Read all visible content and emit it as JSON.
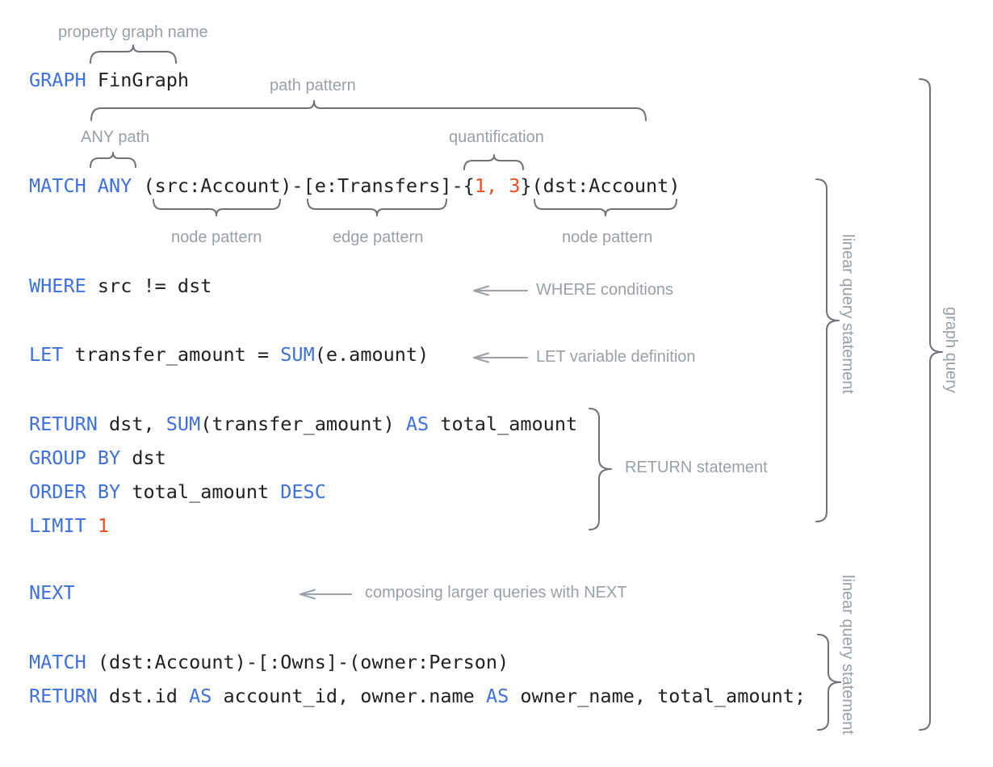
{
  "diagram": {
    "kind": "graph query syntax annotation diagram",
    "colors": {
      "code_text": "#202124",
      "keyword_blue": "#3E70DF",
      "literal_orange": "#EB4D1E",
      "annotation_gray": "#9AA0A6",
      "brace_gray": "#6E7276",
      "background": "#FFFFFF"
    }
  },
  "code": {
    "lines": [
      {
        "name": "graph-clause",
        "segments": [
          {
            "type": "kw",
            "text": "GRAPH"
          },
          {
            "type": "pl",
            "text": " FinGraph"
          }
        ]
      },
      {
        "name": "match-clause-1",
        "segments": [
          {
            "type": "kw",
            "text": "MATCH ANY"
          },
          {
            "type": "pl",
            "text": " (src:Account)-[e:Transfers]-{"
          },
          {
            "type": "lit",
            "text": "1, 3"
          },
          {
            "type": "pl",
            "text": "}(dst:Account)"
          }
        ]
      },
      {
        "name": "where-clause",
        "segments": [
          {
            "type": "kw",
            "text": "WHERE"
          },
          {
            "type": "pl",
            "text": " src != dst"
          }
        ]
      },
      {
        "name": "let-clause",
        "segments": [
          {
            "type": "kw",
            "text": "LET"
          },
          {
            "type": "pl",
            "text": " transfer_amount = "
          },
          {
            "type": "kw",
            "text": "SUM"
          },
          {
            "type": "pl",
            "text": "(e.amount)"
          }
        ]
      },
      {
        "name": "return-clause-1",
        "segments": [
          {
            "type": "kw",
            "text": "RETURN"
          },
          {
            "type": "pl",
            "text": " dst, "
          },
          {
            "type": "kw",
            "text": "SUM"
          },
          {
            "type": "pl",
            "text": "(transfer_amount) "
          },
          {
            "type": "kw",
            "text": "AS"
          },
          {
            "type": "pl",
            "text": " total_amount"
          }
        ]
      },
      {
        "name": "group-by-clause",
        "segments": [
          {
            "type": "kw",
            "text": "GROUP BY"
          },
          {
            "type": "pl",
            "text": " dst"
          }
        ]
      },
      {
        "name": "order-by-clause",
        "segments": [
          {
            "type": "kw",
            "text": "ORDER BY"
          },
          {
            "type": "pl",
            "text": " total_amount "
          },
          {
            "type": "kw",
            "text": "DESC"
          }
        ]
      },
      {
        "name": "limit-clause",
        "segments": [
          {
            "type": "kw",
            "text": "LIMIT"
          },
          {
            "type": "pl",
            "text": " "
          },
          {
            "type": "lit",
            "text": "1"
          }
        ]
      },
      {
        "name": "next-clause",
        "segments": [
          {
            "type": "kw",
            "text": "NEXT"
          }
        ]
      },
      {
        "name": "match-clause-2",
        "segments": [
          {
            "type": "kw",
            "text": "MATCH"
          },
          {
            "type": "pl",
            "text": " (dst:Account)-[:Owns]-(owner:Person)"
          }
        ]
      },
      {
        "name": "return-clause-2",
        "segments": [
          {
            "type": "kw",
            "text": "RETURN"
          },
          {
            "type": "pl",
            "text": " dst.id "
          },
          {
            "type": "kw",
            "text": "AS"
          },
          {
            "type": "pl",
            "text": " account_id, owner.name "
          },
          {
            "type": "kw",
            "text": "AS"
          },
          {
            "type": "pl",
            "text": " owner_name, total_amount;"
          }
        ]
      }
    ]
  },
  "labels": {
    "property_graph_name": "property graph name",
    "path_pattern": "path pattern",
    "any_path": "ANY path",
    "quantification": "quantification",
    "node_pattern_1": "node pattern",
    "edge_pattern": "edge pattern",
    "node_pattern_2": "node pattern",
    "where_conditions": "WHERE conditions",
    "let_variable_definition": "LET variable definition",
    "return_statement": "RETURN statement",
    "composing_next": "composing larger queries with NEXT",
    "linear_query_statement_1": "linear query statement",
    "graph_query": "graph query",
    "linear_query_statement_2": "linear query statement"
  }
}
